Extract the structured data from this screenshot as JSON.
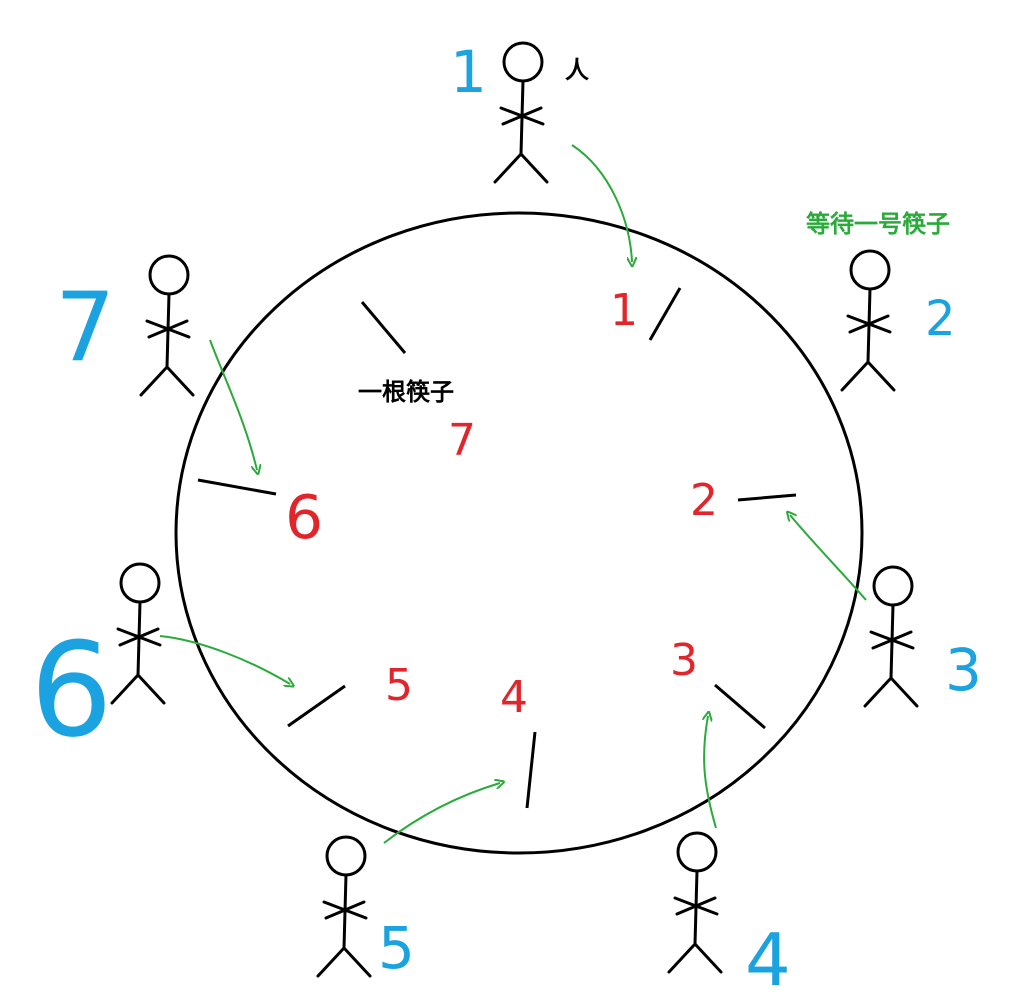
{
  "colors": {
    "ink": "#000000",
    "chopstick_number": "#e0262b",
    "person_number": "#1aa3e0",
    "arrow": "#2aaa3a"
  },
  "labels": {
    "person": "人",
    "one_chopstick": "一根筷子",
    "wait_first_chopstick": "等待一号筷子"
  },
  "people": [
    {
      "id": "1",
      "number": "1"
    },
    {
      "id": "2",
      "number": "2"
    },
    {
      "id": "3",
      "number": "3"
    },
    {
      "id": "4",
      "number": "4"
    },
    {
      "id": "5",
      "number": "5"
    },
    {
      "id": "6",
      "number": "6"
    },
    {
      "id": "7",
      "number": "7"
    }
  ],
  "chopsticks": [
    {
      "id": "1",
      "number": "1"
    },
    {
      "id": "2",
      "number": "2"
    },
    {
      "id": "3",
      "number": "3"
    },
    {
      "id": "4",
      "number": "4"
    },
    {
      "id": "5",
      "number": "5"
    },
    {
      "id": "6",
      "number": "6"
    },
    {
      "id": "7",
      "number": "7"
    }
  ],
  "arrows": [
    {
      "from_person": "1",
      "to_chopstick": "1"
    },
    {
      "from_person": "3",
      "to_chopstick": "2"
    },
    {
      "from_person": "4",
      "to_chopstick": "3"
    },
    {
      "from_person": "5",
      "to_chopstick": "4"
    },
    {
      "from_person": "6",
      "to_chopstick": "5"
    },
    {
      "from_person": "7",
      "to_chopstick": "6"
    }
  ]
}
